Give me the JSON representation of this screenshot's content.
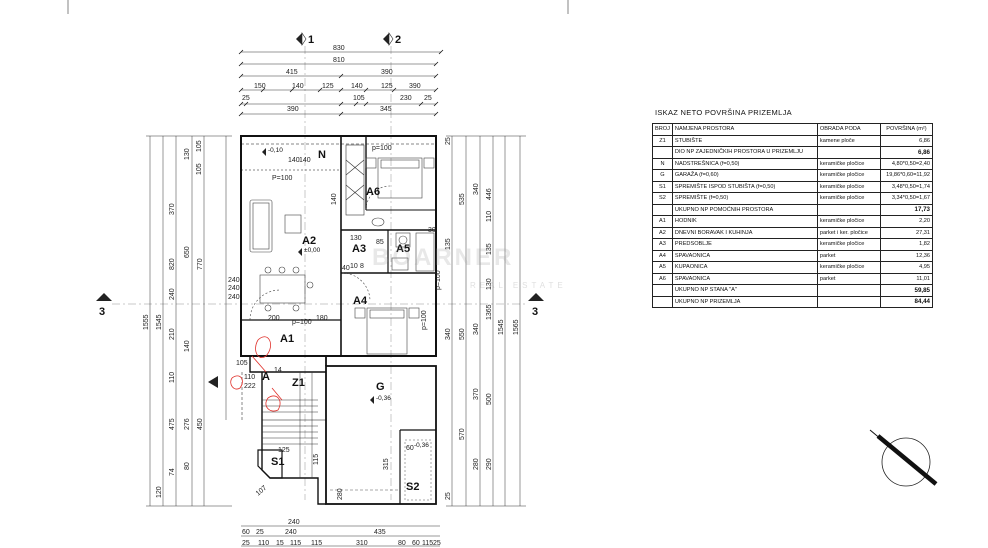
{
  "section_markers": {
    "top_left": "1",
    "top_right": "2",
    "left": "3",
    "right": "3"
  },
  "top_dims": {
    "row1": [
      "830"
    ],
    "row2": [
      "810"
    ],
    "row3": [
      "415",
      "390"
    ],
    "row4": [
      "150",
      "140",
      "125",
      "140",
      "125",
      "390"
    ],
    "row5": [
      "25",
      "390",
      "105",
      "345",
      "25",
      "230"
    ]
  },
  "bottom_dims": {
    "row1": [
      "60",
      "25",
      "240",
      "435"
    ],
    "row2": [
      "25",
      "110",
      "15",
      "115",
      "115",
      "80",
      "60",
      "115",
      "25"
    ],
    "row3": [
      "240",
      "310"
    ]
  },
  "left_dims": {
    "outer": [
      "1555"
    ],
    "outer2": [
      "1545"
    ],
    "mid": [
      "820",
      "770",
      "475",
      "450"
    ],
    "inner": [
      "130",
      "105",
      "370",
      "650",
      "240",
      "210",
      "110",
      "276",
      "80",
      "74",
      "120"
    ],
    "inner2": [
      "105",
      "140",
      "240"
    ]
  },
  "right_dims": {
    "outer": [
      "1565"
    ],
    "outer2": [
      "1545"
    ],
    "mid": [
      "535",
      "446",
      "340",
      "550",
      "500",
      "570",
      "370",
      "280"
    ],
    "inner": [
      "135",
      "340",
      "1365",
      "340",
      "130",
      "110",
      "135",
      "290",
      "25",
      "25"
    ]
  },
  "interior_dims": [
    "140",
    "140",
    "140",
    "130",
    "200",
    "180",
    "40",
    "85",
    "240",
    "240",
    "110",
    "222",
    "14",
    "125",
    "115",
    "60",
    "315",
    "280",
    "30",
    "10",
    "8",
    "105",
    "107",
    "P=100",
    "p=100",
    "p=100",
    "p=100",
    "p=100"
  ],
  "levels": [
    "-0,10",
    "±0,00",
    "-0,36",
    "-0,36"
  ],
  "rooms": [
    "N",
    "A6",
    "A2",
    "A3",
    "A5",
    "A4",
    "A1",
    "A",
    "Z1",
    "G",
    "S1",
    "S2"
  ],
  "table": {
    "title": "ISKAZ NETO POVRŠINA PRIZEMLJA",
    "headers": [
      "BROJ",
      "NAMJENA PROSTORA",
      "OBRADA PODA",
      "POVRŠINA (m²)"
    ],
    "rows": [
      [
        "Z1",
        "STUBIŠTE",
        "kamene ploče",
        "6,86"
      ],
      [
        "",
        "DIO NP ZAJEDNIČKIH PROSTORA U PRIZEMLJU",
        "",
        "6,86"
      ],
      [
        "N",
        "NADSTREŠNICA (f=0,50)",
        "keramičke pločice",
        "4,80*0,50=2,40"
      ],
      [
        "G",
        "GARAŽA (f=0,60)",
        "keramičke pločice",
        "19,86*0,60=11,92"
      ],
      [
        "S1",
        "SPREMIŠTE ISPOD STUBIŠTA (f=0,50)",
        "keramičke pločice",
        "3,48*0,50=1,74"
      ],
      [
        "S2",
        "SPREMIŠTE (f=0,50)",
        "keramičke pločice",
        "3,34*0,50=1,67"
      ],
      [
        "",
        "UKUPNO NP POMOĆNIH PROSTORA",
        "",
        "17,73"
      ],
      [
        "A1",
        "HODNIK",
        "keramičke pločice",
        "2,20"
      ],
      [
        "A2",
        "DNEVNI BORAVAK I KUHINJA",
        "parket i ker. pločice",
        "27,31"
      ],
      [
        "A3",
        "PREDSOBLJE",
        "keramičke pločice",
        "1,82"
      ],
      [
        "A4",
        "SPAVAONICA",
        "parket",
        "12,36"
      ],
      [
        "A5",
        "KUPAONICA",
        "keramičke pločice",
        "4,95"
      ],
      [
        "A6",
        "SPAVAONICA",
        "parket",
        "11,01"
      ],
      [
        "",
        "UKUPNO NP STANA \"A\"",
        "",
        "59,85"
      ],
      [
        "",
        "UKUPNO NP PRIZEMLJA",
        "",
        "84,44"
      ]
    ],
    "sum_rows": [
      1,
      6,
      13,
      14
    ]
  },
  "watermark": {
    "line1": "BOARNER",
    "line2": "REAL ESTATE"
  }
}
